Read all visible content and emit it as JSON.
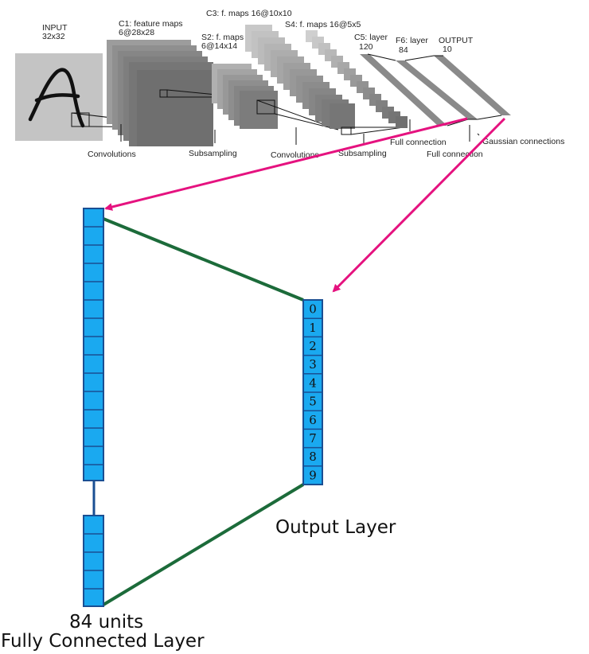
{
  "colors": {
    "unit_fill": "#1aa9f0",
    "unit_stroke": "#1a4f93",
    "pointer_arrow": "#e5127f",
    "connection_line": "#1c6b3a",
    "map_gray": "#9c9c9c"
  },
  "lenet": {
    "input_label_1": "INPUT",
    "input_label_2": "32x32",
    "c1_label_1": "C1: feature maps",
    "c1_label_2": "6@28x28",
    "s2_label_1": "S2: f. maps",
    "s2_label_2": "6@14x14",
    "c3_label": "C3: f. maps 16@10x10",
    "s4_label": "S4: f. maps 16@5x5",
    "c5_label_1": "C5: layer",
    "c5_label_2": "120",
    "f6_label_1": "F6: layer",
    "f6_label_2": "84",
    "output_label_1": "OUTPUT",
    "output_label_2": "10",
    "op_convolutions_1": "Convolutions",
    "op_subsampling_1": "Subsampling",
    "op_convolutions_2": "Convolutions",
    "op_subsampling_2": "Subsampling",
    "op_full_connection_1": "Full connection",
    "op_full_connection_2": "Full connection",
    "op_gaussian": "Gaussian connections"
  },
  "fc_layer": {
    "units_label": "84 units",
    "title": "Fully Connected Layer"
  },
  "output_layer": {
    "title": "Output Layer",
    "digits": [
      "0",
      "1",
      "2",
      "3",
      "4",
      "5",
      "6",
      "7",
      "8",
      "9"
    ]
  }
}
